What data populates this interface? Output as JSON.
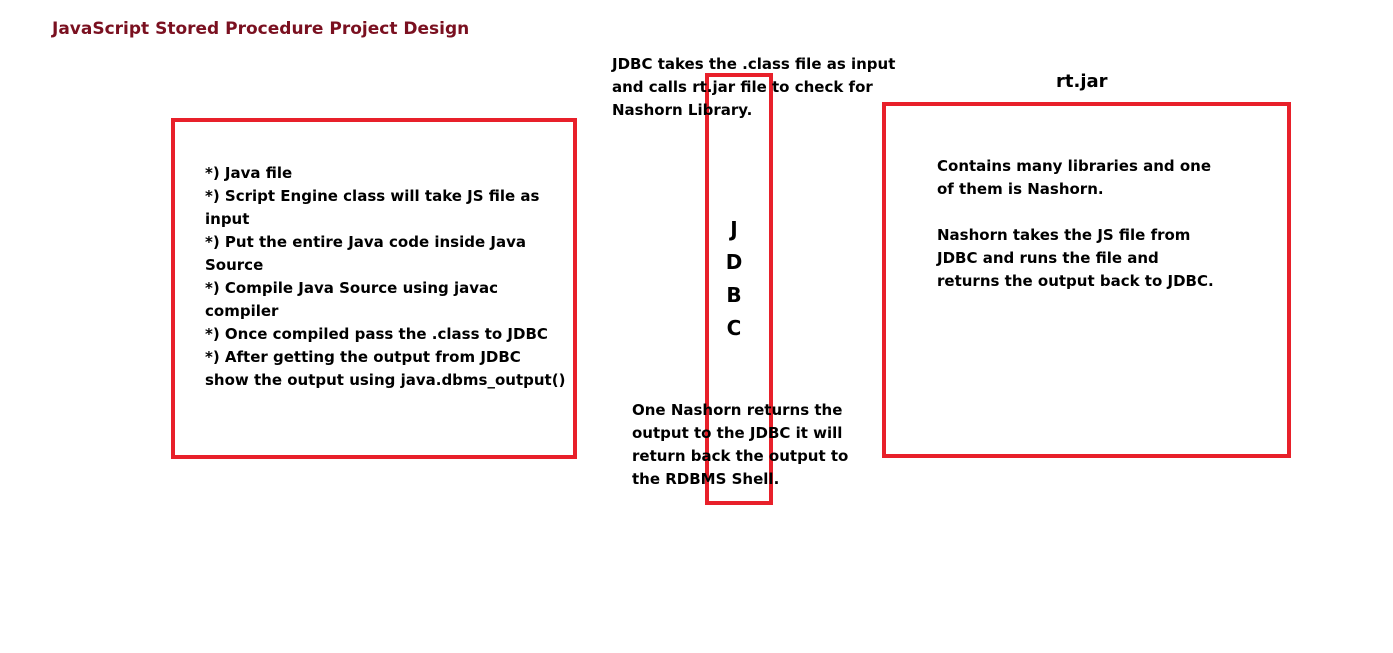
{
  "title": "JavaScript Stored Procedure Project Design",
  "java_box": {
    "lines": [
      "*) Java file",
      "*) Script Engine class will take JS file as",
      "input",
      "*) Put the entire Java code inside Java",
      "Source",
      "*) Compile Java Source using javac",
      "compiler",
      "*) Once compiled pass the .class to JDBC",
      "*) After getting the output from JDBC",
      "show the output using java.dbms_output()"
    ]
  },
  "jdbc": {
    "top_note": [
      "JDBC takes the .class file as input",
      "and calls rt.jar file to check for",
      "Nashorn Library."
    ],
    "letters": [
      "J",
      "D",
      "B",
      "C"
    ],
    "bottom_note": [
      "One Nashorn returns the",
      "output to the JDBC it will",
      "return back the output to",
      "the RDBMS Shell."
    ]
  },
  "rtjar": {
    "label": "rt.jar",
    "para1": [
      "Contains many libraries and one",
      "of them is Nashorn."
    ],
    "para2": [
      "Nashorn takes the JS file from",
      "JDBC and runs the file and",
      "returns the output back to JDBC."
    ]
  },
  "colors": {
    "box_border": "#e8202a",
    "title": "#7a1020"
  }
}
